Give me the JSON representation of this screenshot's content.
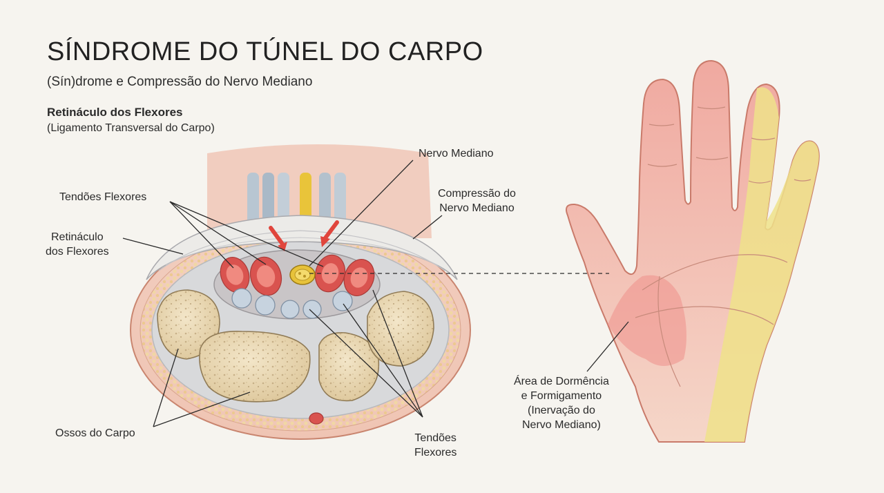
{
  "header": {
    "title": "SÍNDROME DO TÚNEL DO CARPO",
    "subtitle": "(Sín)drome e Compressão do Nervo Mediano",
    "section_title": "Retináculo dos Flexores",
    "section_subtitle": "(Ligamento Transversal do Carpo)"
  },
  "labels": {
    "nervo_mediano": "Nervo Mediano",
    "compressao": [
      "Compressão do",
      "Nervo Mediano"
    ],
    "tendoes_top": "Tendões Flexores",
    "retinaculo": [
      "Retináculo",
      "dos Flexores"
    ],
    "ossos": "Ossos do Carpo",
    "tendoes_bottom": [
      "Tendões",
      "Flexores"
    ],
    "area": [
      "Área de Dormência",
      "e Formigamento",
      "(Inervação do",
      "Nervo Mediano)"
    ]
  },
  "colors": {
    "background": "#f6f4ef",
    "tendon": "#d9534f",
    "nerve": "#e7c23a",
    "bone": "#ecdcb8",
    "numb_area": "#efe28a",
    "palm_redness": "#ef8f8a",
    "skin": "#f3cfc2"
  }
}
